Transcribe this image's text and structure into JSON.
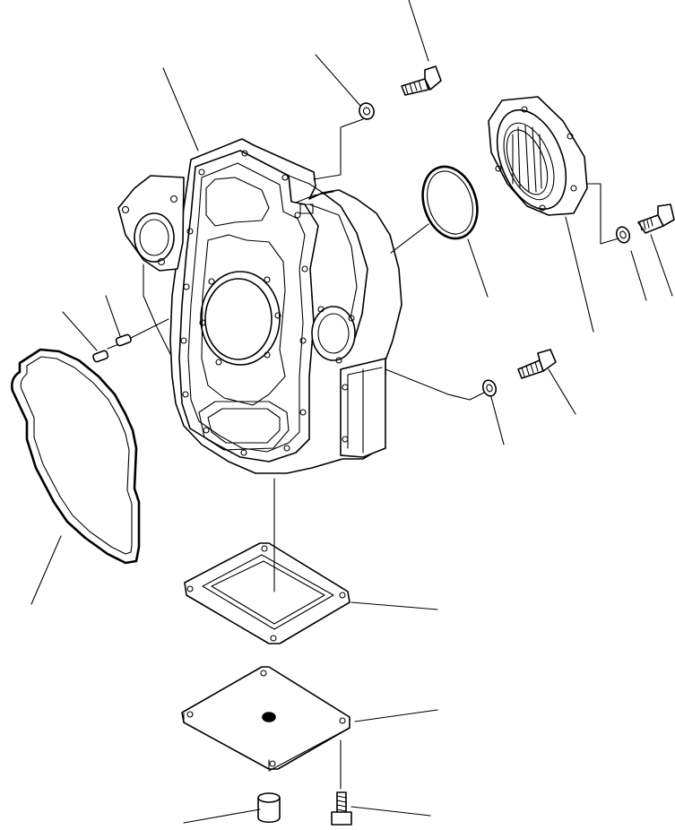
{
  "diagram": {
    "labels_visible": false,
    "parts": [
      "flywheel-housing",
      "housing-gasket",
      "o-ring",
      "oil-seal",
      "inspection-gasket",
      "inspection-cover",
      "housing-bolt-top",
      "housing-bolt-right",
      "oil-seal-bolt",
      "washer-top",
      "washer-lower",
      "seal-washer",
      "dowel-pin",
      "plug",
      "cover-bolt"
    ]
  }
}
